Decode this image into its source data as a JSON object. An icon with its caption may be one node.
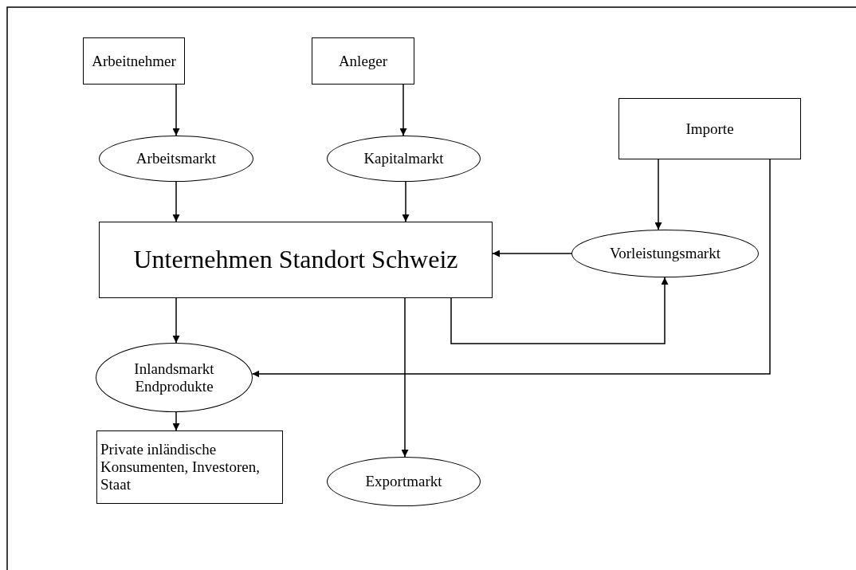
{
  "diagram": {
    "nodes": [
      {
        "text": [
          "Arbeitnehmer"
        ]
      },
      {
        "text": [
          "Anleger"
        ]
      },
      {
        "text": [
          "Importe"
        ]
      },
      {
        "text": [
          "Arbeitsmarkt"
        ]
      },
      {
        "text": [
          "Kapitalmarkt"
        ]
      },
      {
        "text": [
          "Unternehmen Standort Schweiz"
        ]
      },
      {
        "text": [
          "Vorleistungsmarkt"
        ]
      },
      {
        "text": [
          "Inlandsmarkt Endprodukte"
        ]
      },
      {
        "text": [
          "Exportmarkt"
        ]
      },
      {
        "text": [
          "Private inländische Konsumenten, Investoren, Staat"
        ]
      }
    ],
    "edges": [
      {
        "from": 0,
        "to": 3,
        "arrow": "to"
      },
      {
        "from": 1,
        "to": 4,
        "arrow": "to"
      },
      {
        "from": 3,
        "to": 5,
        "arrow": "to"
      },
      {
        "from": 4,
        "to": 5,
        "arrow": "to"
      },
      {
        "from": 2,
        "to": 6,
        "arrow": "to"
      },
      {
        "from": 6,
        "to": 5,
        "arrow": "to"
      },
      {
        "from": 5,
        "to": 6,
        "arrow": "to"
      },
      {
        "from": 2,
        "to": 7,
        "arrow": "to"
      },
      {
        "from": 5,
        "to": 7,
        "arrow": "to"
      },
      {
        "from": 5,
        "to": 8,
        "arrow": "to"
      },
      {
        "from": 7,
        "to": 9,
        "arrow": "to"
      }
    ]
  }
}
